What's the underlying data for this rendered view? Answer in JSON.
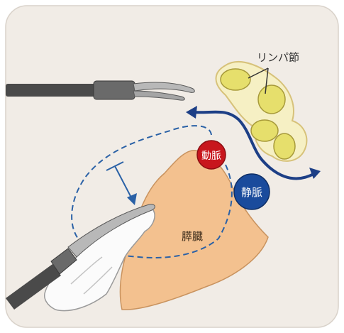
{
  "labels": {
    "lymph_node": "リンパ節",
    "artery": "動脈",
    "vein": "静脈",
    "pancreas": "膵臓"
  },
  "colors": {
    "panel_background": "#f1ece6",
    "panel_border": "#d9d2ca",
    "pancreas_fill": "#f3c18f",
    "pancreas_stroke": "#c9935f",
    "artery": "#c8161d",
    "vein": "#1a4b9c",
    "lymph_node": "#e6df6c",
    "lymph_halo": "#f6f0c4",
    "dashed_line": "#2a61a6",
    "flow_arrow": "#1d3f86",
    "instrument": "#4a4a4a",
    "gauze": "#fbfbfb"
  },
  "icons": {
    "forceps": "forceps-icon",
    "clamp": "clamp-icon",
    "gauze": "gauze-icon"
  }
}
